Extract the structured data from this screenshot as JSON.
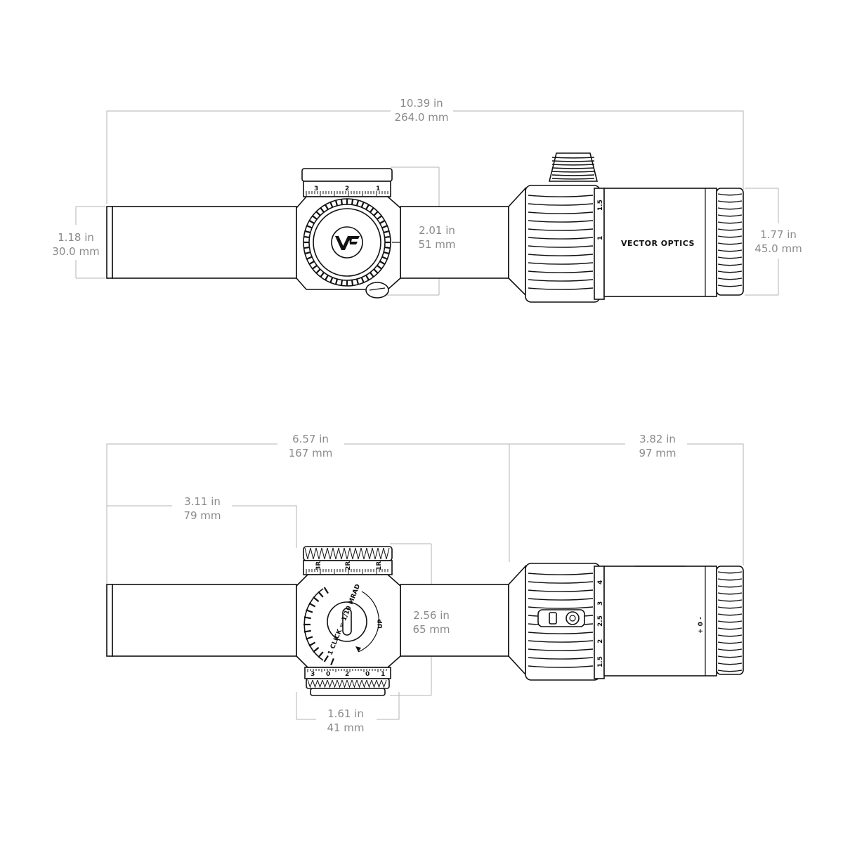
{
  "top_view": {
    "overall_length": {
      "imperial": "10.39 in",
      "metric": "264.0 mm"
    },
    "tube_diameter": {
      "imperial": "1.18 in",
      "metric": "30.0 mm"
    },
    "turret_height": {
      "imperial": "2.01 in",
      "metric": "51 mm"
    },
    "objective_diameter": {
      "imperial": "1.77 in",
      "metric": "45.0 mm"
    },
    "turret_scale": [
      "3",
      "2",
      "1"
    ],
    "zoom_marks": [
      "1.5",
      "1"
    ],
    "brand_text": "VECTOR OPTICS"
  },
  "side_view": {
    "front_length": {
      "imperial": "6.57 in",
      "metric": "167 mm"
    },
    "rear_length": {
      "imperial": "3.82 in",
      "metric": "97 mm"
    },
    "turret_offset": {
      "imperial": "3.11 in",
      "metric": "79 mm"
    },
    "turret_height": {
      "imperial": "2.56 in",
      "metric": "65 mm"
    },
    "turret_width": {
      "imperial": "1.61 in",
      "metric": "41 mm"
    },
    "turret_scale": [
      "3R",
      "2R",
      "1R"
    ],
    "lower_scale": [
      "3",
      "0",
      "2",
      "0",
      "1"
    ],
    "click_text": "1 CLICK = 1/10 MRAD",
    "up_text": "UP",
    "zoom_marks": [
      "4",
      "3",
      "2.5",
      "2",
      "1.5"
    ],
    "diopter_text": "+ 0 -"
  },
  "colors": {
    "ink": "#111111",
    "dimension": "#8a8a8a"
  }
}
